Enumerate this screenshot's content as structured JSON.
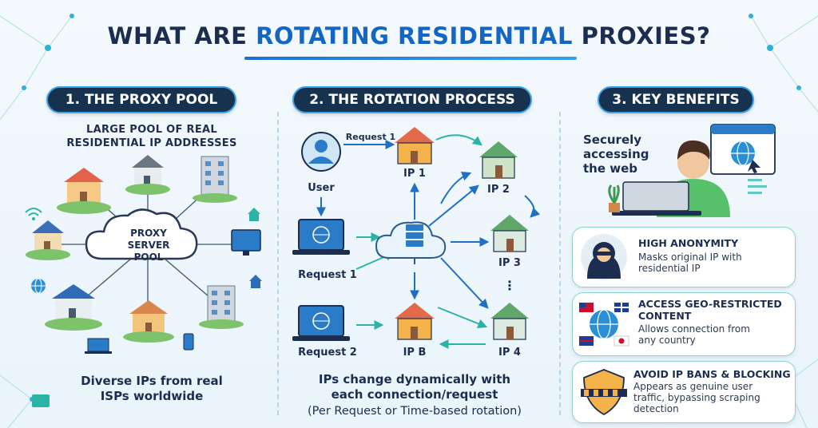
{
  "title": {
    "part1": "WHAT ARE ",
    "part2": "ROTATING RESIDENTIAL",
    "part3": " PROXIES?"
  },
  "section1": {
    "heading": "1. THE PROXY POOL",
    "subheading_line1": "LARGE POOL OF REAL",
    "subheading_line2": "RESIDENTIAL IP ADDRESSES",
    "cloud_line1": "PROXY",
    "cloud_line2": "SERVER",
    "cloud_line3": "POOL",
    "caption_line1": "Diverse IPs from real",
    "caption_line2": "ISPs worldwide"
  },
  "section2": {
    "heading": "2. THE ROTATION PROCESS",
    "user_label": "User",
    "request_1_top": "Request 1",
    "request_1_laptop": "Request 1",
    "request_2_laptop": "Request 2",
    "ip_labels": [
      "IP 1",
      "IP 2",
      "IP 3",
      "IP 4",
      "IP B"
    ],
    "ellipsis": "⋮",
    "caption_line1": "IPs change dynamically with",
    "caption_line2": "each connection/request",
    "caption_line3": "(Per Request or Time-based rotation)"
  },
  "section3": {
    "heading": "3. KEY BENEFITS",
    "hero_line1": "Securely",
    "hero_line2": "accessing",
    "hero_line3": "the web",
    "benefits": [
      {
        "title": "HIGH ANONYMITY",
        "body_line1": "Masks original IP with",
        "body_line2": "residential IP",
        "body_line3": ""
      },
      {
        "title": "ACCESS GEO-RESTRICTED",
        "title2": "CONTENT",
        "body_line1": "Allows connection from",
        "body_line2": "any country",
        "body_line3": ""
      },
      {
        "title": "AVOID IP BANS & BLOCKING",
        "body_line1": "Appears as genuine user",
        "body_line2": "traffic, bypassing scraping",
        "body_line3": "detection"
      }
    ]
  },
  "colors": {
    "navy": "#16324f",
    "accent_blue": "#1466c4",
    "teal": "#2bb3a8",
    "house_orange": "#f3b34a",
    "house_green": "#5fa86a"
  }
}
